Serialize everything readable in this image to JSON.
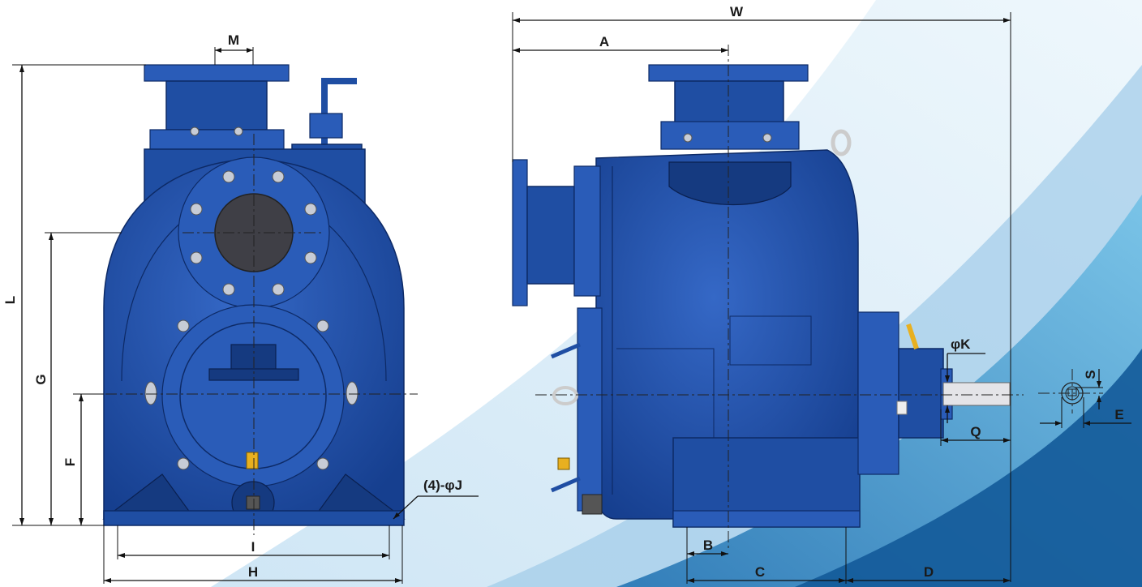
{
  "labels": {
    "M": "M",
    "L": "L",
    "G": "G",
    "F": "F",
    "I": "I",
    "H": "H",
    "J": "(4)-φJ",
    "W": "W",
    "A": "A",
    "B": "B",
    "C": "C",
    "D": "D",
    "K": "φK",
    "Q": "Q",
    "S": "S",
    "E": "E"
  },
  "colors": {
    "pump_blue": "#1f4ea3",
    "pump_dark": "#153a80",
    "background_swoosh": "#2f86c4",
    "dimension_line": "#111111"
  }
}
